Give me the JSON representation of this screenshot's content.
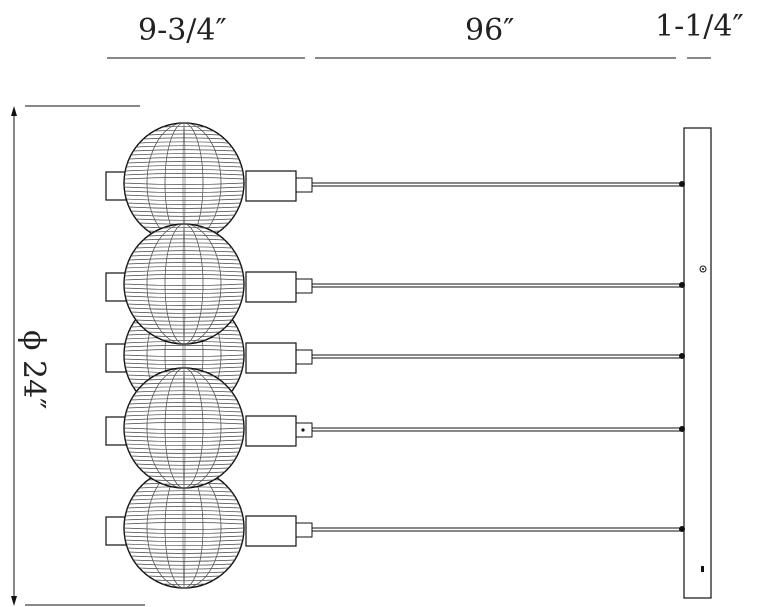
{
  "dimensions": {
    "top": [
      {
        "label": "9-3/4″"
      },
      {
        "label": "96″"
      },
      {
        "label": "1-1/4″"
      }
    ],
    "diameter": {
      "label": "ϕ 24″"
    }
  },
  "fixture": {
    "pendant_count": 5,
    "colors": {
      "line": "#111111",
      "background": "#ffffff"
    }
  }
}
